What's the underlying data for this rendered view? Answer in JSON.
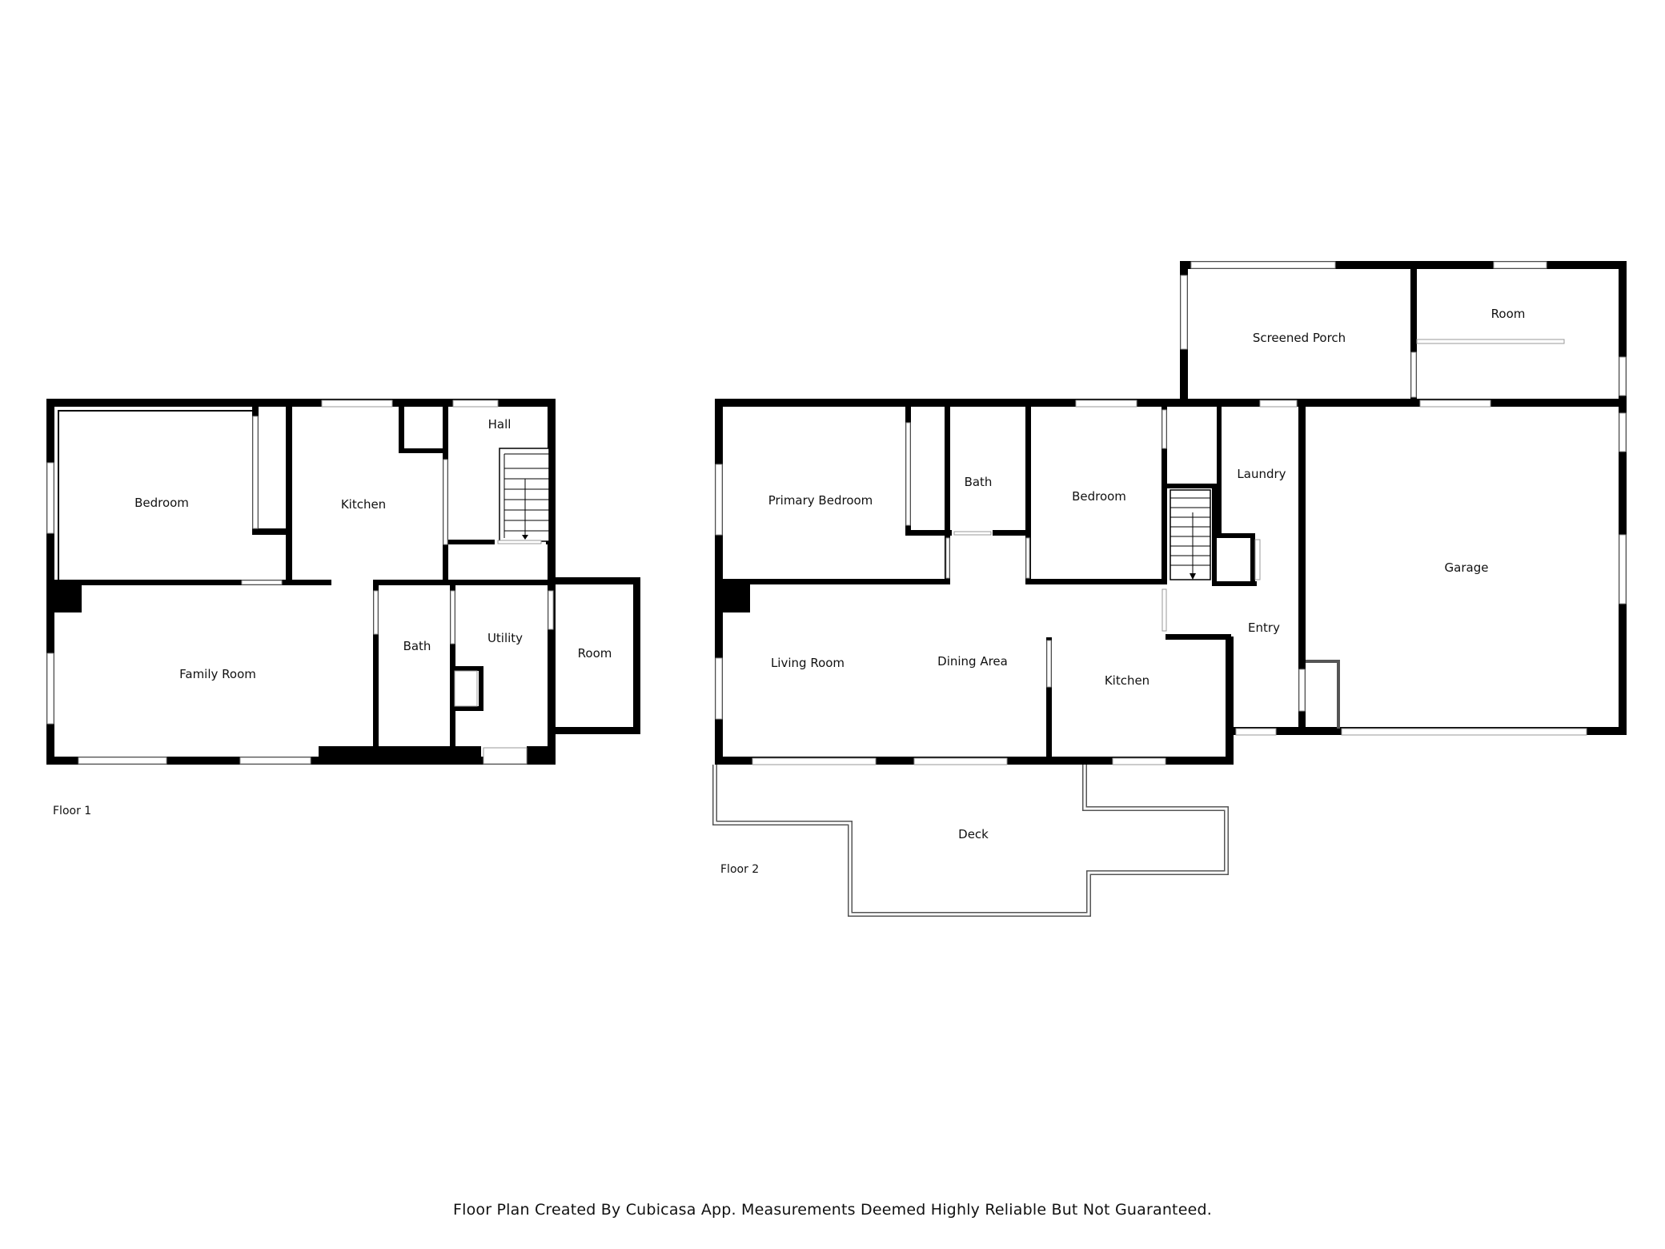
{
  "floors": [
    {
      "label": "Floor 1",
      "rooms": [
        "Bedroom",
        "Kitchen",
        "Hall",
        "Family Room",
        "Bath",
        "Utility",
        "Room"
      ]
    },
    {
      "label": "Floor 2",
      "rooms": [
        "Screened Porch",
        "Room",
        "Primary Bedroom",
        "Bath",
        "Bedroom",
        "Laundry",
        "Garage",
        "Entry",
        "Living Room",
        "Dining Area",
        "Kitchen",
        "Deck"
      ]
    }
  ],
  "footer": "Floor Plan Created By Cubicasa App. Measurements Deemed Highly Reliable But Not Guaranteed.",
  "colors": {
    "wall": "#000000",
    "background": "#ffffff",
    "window": "#ffffff"
  }
}
